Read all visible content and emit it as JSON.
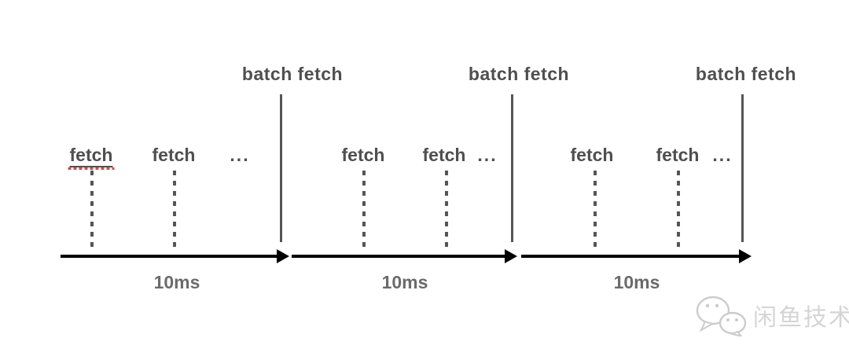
{
  "diagram": {
    "segments": [
      {
        "batch_label": "batch fetch",
        "fetch_labels": [
          "fetch",
          "fetch"
        ],
        "more_indicator": "...",
        "duration_label": "10ms"
      },
      {
        "batch_label": "batch fetch",
        "fetch_labels": [
          "fetch",
          "fetch"
        ],
        "more_indicator": "...",
        "duration_label": "10ms"
      },
      {
        "batch_label": "batch fetch",
        "fetch_labels": [
          "fetch",
          "fetch"
        ],
        "more_indicator": "...",
        "duration_label": "10ms"
      }
    ]
  },
  "watermark": {
    "icon": "wechat-chat-bubbles",
    "text": "闲鱼技术"
  },
  "colors": {
    "label_text": "#4f4f4f",
    "duration_text": "#6b6b6b",
    "boundary_line": "#555555",
    "dashed_line": "#555555",
    "arrow": "#000000",
    "spellcheck_underline": "#c9504e",
    "watermark_text": "#d5d5d5"
  }
}
